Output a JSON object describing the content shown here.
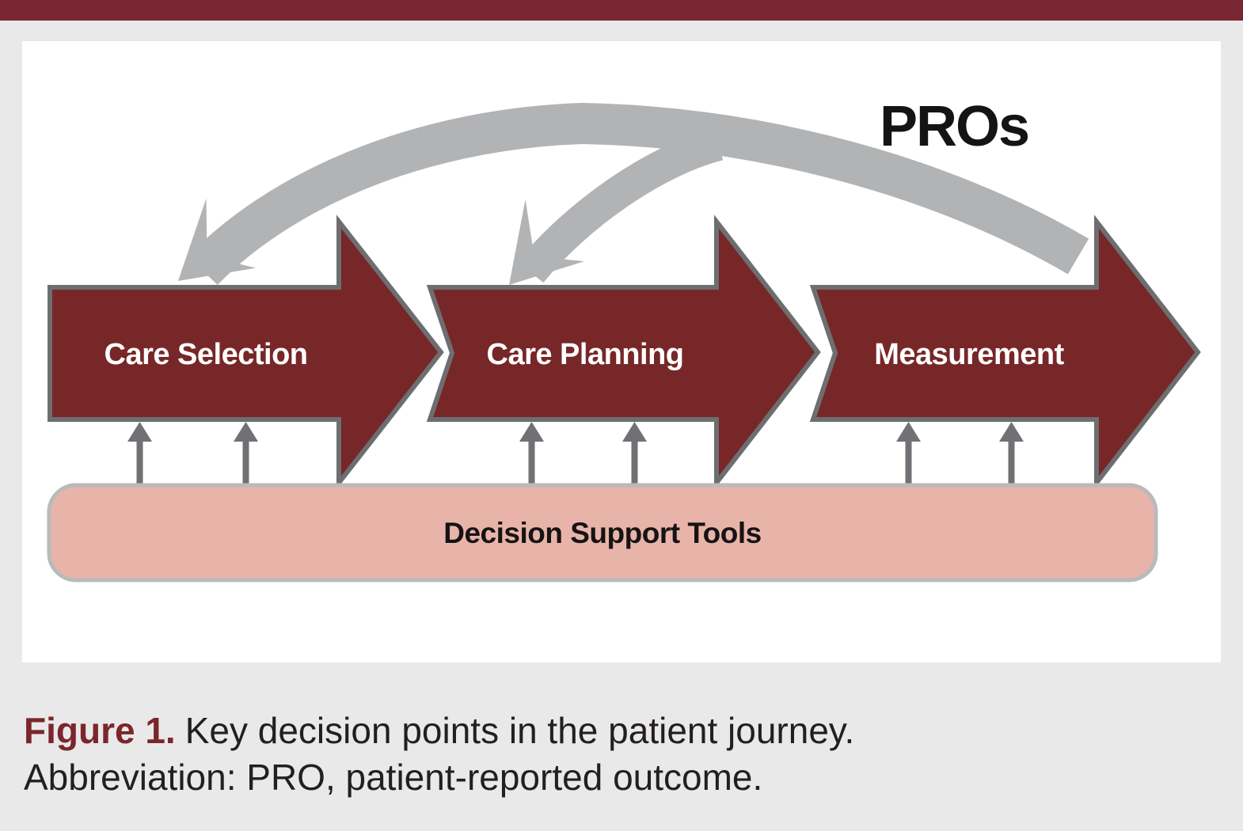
{
  "figure": {
    "pros_label": "PROs",
    "stages": [
      {
        "label": "Care Selection"
      },
      {
        "label": "Care Planning"
      },
      {
        "label": "Measurement"
      }
    ],
    "support_box": {
      "label": "Decision Support Tools"
    }
  },
  "caption": {
    "prefix": "Figure 1.",
    "line1": "Key decision points in the patient journey.",
    "line2": "Abbreviation: PRO, patient-reported outcome."
  },
  "colors": {
    "top_bar_maroon": "#7a2733",
    "arrow_maroon": "#772728",
    "arrow_outline_gray": "#6d6e70",
    "feedback_arc_gray": "#b2b3b5",
    "connector_arrow_gray": "#707174",
    "support_box_pink": "#e8b4a9",
    "support_box_border": "#b9babc",
    "caption_maroon": "#7b262b",
    "caption_black": "#231f20",
    "page_background": "#e9e9ea",
    "panel_background": "#ffffff"
  }
}
